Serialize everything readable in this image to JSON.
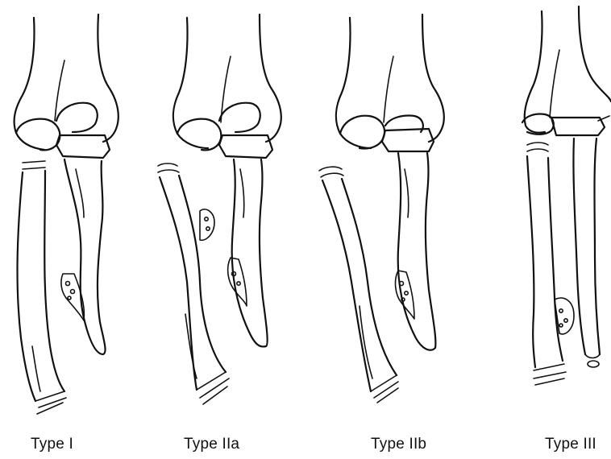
{
  "figure": {
    "panels": [
      {
        "label": "Type I"
      },
      {
        "label": "Type IIa"
      },
      {
        "label": "Type IIb"
      },
      {
        "label": "Type III"
      }
    ],
    "ink_color": "#111111",
    "background_color": "#ffffff"
  }
}
